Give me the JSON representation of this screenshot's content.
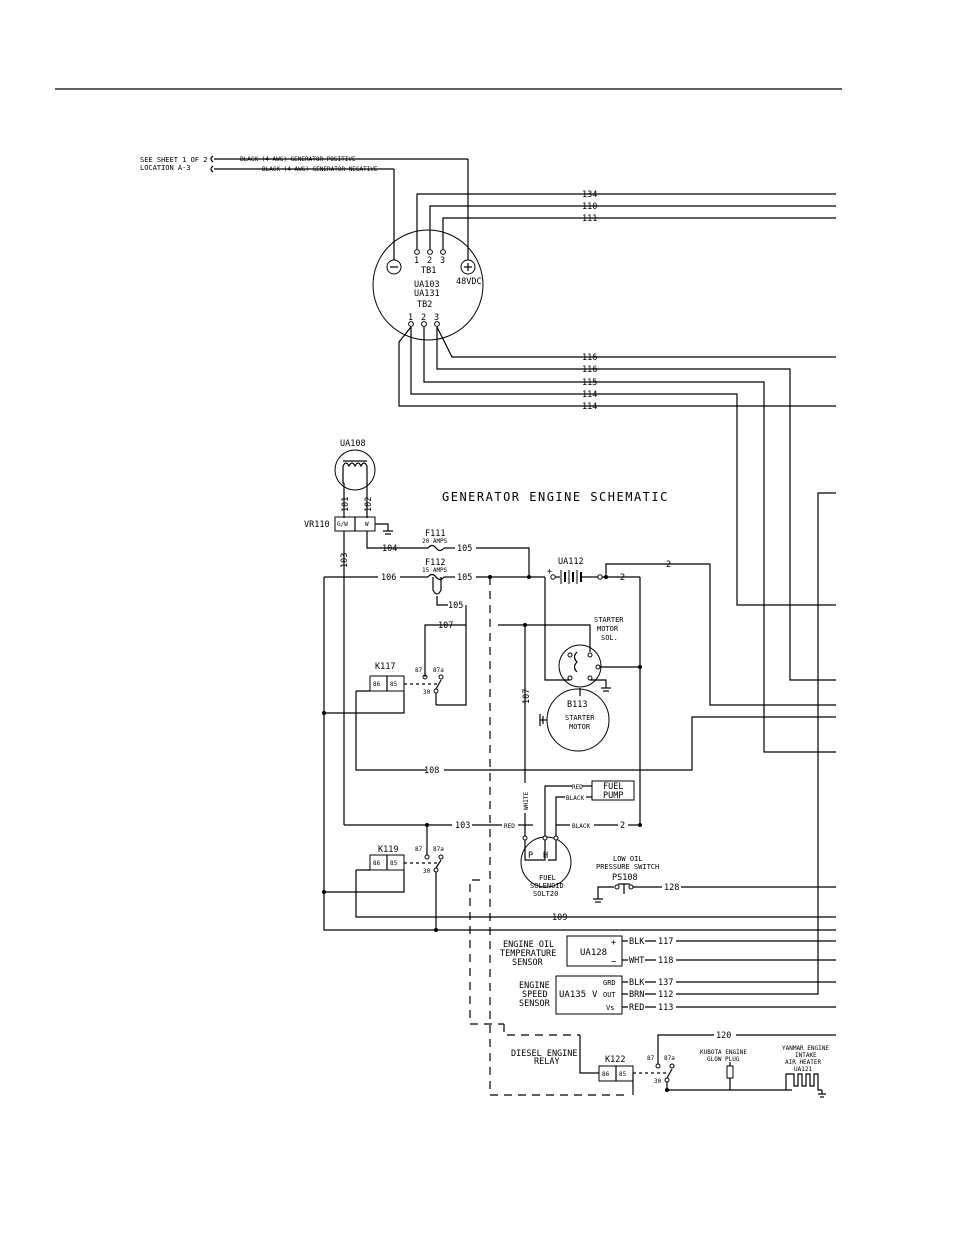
{
  "sheet_ref": {
    "line1": "SEE SHEET 1 OF 2",
    "line2": "LOCATION A-3"
  },
  "generator_leads": {
    "positive": "BLACK (4 AWG) GENERATOR POSITIVE",
    "negative": "BLACK (4 AWG) GENERATOR NEGATIVE"
  },
  "title": "GENERATOR ENGINE SCHEMATIC",
  "regulator": {
    "tb1": "TB1",
    "tb2": "TB2",
    "id1": "UA103",
    "id2": "UA131",
    "voltage": "48VDC",
    "minus": "−",
    "plus": "+",
    "pins": [
      "1",
      "2",
      "3"
    ]
  },
  "wires": {
    "w134": "134",
    "w110": "110",
    "w111": "111",
    "w116a": "116",
    "w116b": "116",
    "w115": "115",
    "w114a": "114",
    "w114b": "114",
    "w101": "101",
    "w102": "102",
    "w103": "103",
    "w104": "104",
    "w105a": "105",
    "w105b": "105",
    "w105c": "105",
    "w106": "106",
    "w107a": "107",
    "w107b": "107",
    "w108": "108",
    "w103b": "103",
    "w109": "109",
    "w128": "128",
    "w2a": "2",
    "w2b": "2",
    "w2c": "2",
    "w117": "117",
    "w118": "118",
    "w137": "137",
    "w112": "112",
    "w113": "113",
    "w120": "120"
  },
  "components": {
    "ua108": "UA108",
    "vr110": "VR110",
    "vr_left": "G/W",
    "vr_right": "W",
    "f111": "F111",
    "f111_rating": "20 AMPS",
    "f112": "F112",
    "f112_rating": "15 AMPS",
    "ua112": "UA112",
    "ua112_plus": "+",
    "starter_sol1": "STARTER",
    "starter_sol2": "MOTOR",
    "starter_sol3": "SOL.",
    "k117": "K117",
    "k119": "K119",
    "k122": "K122",
    "relay_86": "86",
    "relay_85": "85",
    "relay_87": "87",
    "relay_87a": "87a",
    "relay_30": "30",
    "b113": "B113",
    "starter_motor1": "STARTER",
    "starter_motor2": "MOTOR",
    "fuel_pump1": "FUEL",
    "fuel_pump2": "PUMP",
    "fuel_sol1": "FUEL",
    "fuel_sol2": "SOLENOID",
    "fuel_sol3": "SOLT20",
    "sol_p": "P",
    "sol_h": "H",
    "low_oil1": "LOW OIL",
    "low_oil2": "PRESSURE SWITCH",
    "ps108": "PS108",
    "oil_temp1": "ENGINE OIL",
    "oil_temp2": "TEMPERATURE",
    "oil_temp3": "SENSOR",
    "ua128": "UA128",
    "ua128_plus": "+",
    "ua128_minus": "−",
    "speed1": "ENGINE",
    "speed2": "SPEED",
    "speed3": "SENSOR",
    "ua135": "UA135",
    "ua135_v": "V",
    "ua135_grd": "GRD",
    "ua135_out": "OUT",
    "ua135_vs": "Vs",
    "relay_label1": "DIESEL ENGINE",
    "relay_label2": "RELAY",
    "glow1": "KUBOTA ENGINE",
    "glow2": "GLOW PLUG",
    "heater1": "YANMAR ENGINE",
    "heater2": "INTAKE",
    "heater3": "AIR HEATER",
    "ua121": "UA121"
  },
  "wire_colors": {
    "red": "RED",
    "black": "BLACK",
    "white": "WHITE",
    "red_pump": "RED",
    "black_pump": "BLACK",
    "red_sol": "RED",
    "black_sol": "BLACK",
    "blk117": "BLK",
    "wht118": "WHT",
    "blk137": "BLK",
    "brn112": "BRN",
    "red113": "RED"
  }
}
